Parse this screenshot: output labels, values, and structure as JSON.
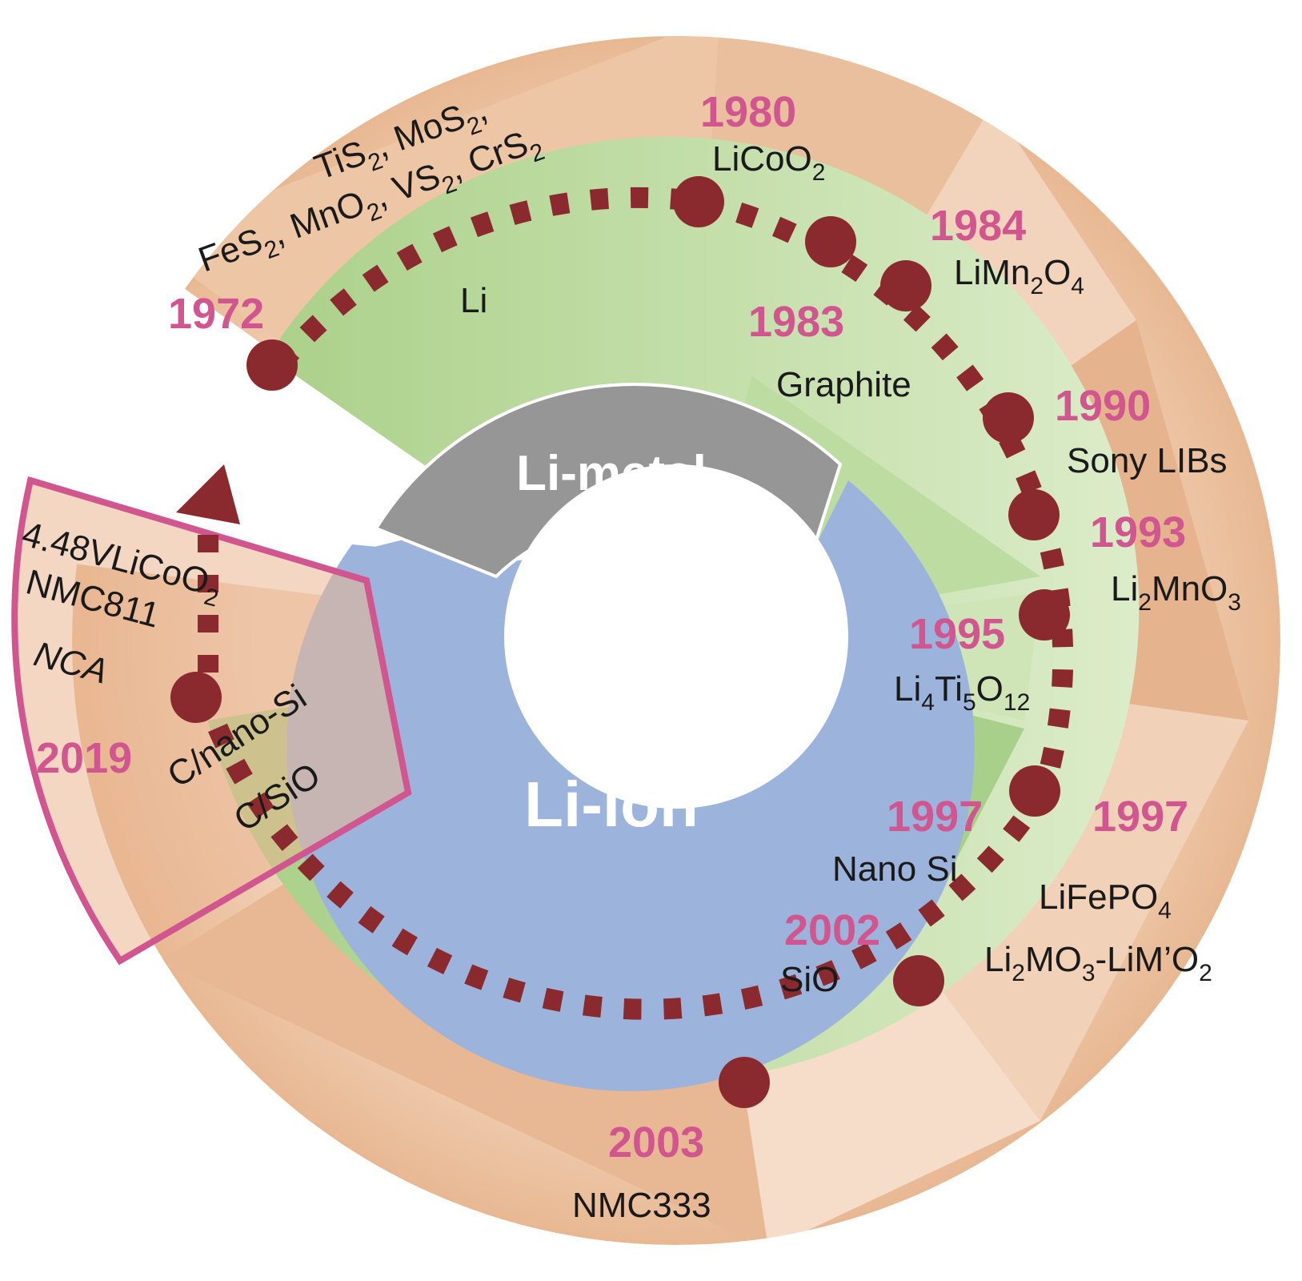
{
  "colors": {
    "year": "#d1568f",
    "timeline": "#8b2a2e",
    "li_metal_ring": "#959595",
    "li_ion_ring": "#9db4dc",
    "anode_band": "#b4d69a",
    "cathode_band": "#e6b591",
    "highlight_border": "#d1568f"
  },
  "center": {
    "li_metal": "Li-metal",
    "li_ion": "Li-ion"
  },
  "milestones": [
    {
      "year": "1972",
      "material": "Li"
    },
    {
      "material": "TiS<sub>2</sub>, MoS<sub>2</sub>,"
    },
    {
      "material": "FeS<sub>2</sub>, MnO<sub>2</sub>, VS<sub>2</sub>, CrS<sub>2</sub>"
    },
    {
      "year": "1980",
      "material": "LiCoO<sub>2</sub>"
    },
    {
      "year": "1983",
      "material": "Graphite"
    },
    {
      "year": "1984",
      "material": "LiMn<sub>2</sub>O<sub>4</sub>"
    },
    {
      "year": "1990",
      "material": "Sony LIBs"
    },
    {
      "year": "1993",
      "material": "Li<sub>2</sub>MnO<sub>3</sub>"
    },
    {
      "year": "1995",
      "material": "Li<sub>4</sub>Ti<sub>5</sub>O<sub>12</sub>"
    },
    {
      "year": "1997",
      "material": "Nano Si"
    },
    {
      "year": "1997",
      "material": "LiFePO<sub>4</sub>"
    },
    {
      "material": "Li<sub>2</sub>MO<sub>3</sub>-LiM’O<sub>2</sub>"
    },
    {
      "year": "2002",
      "material": "SiO"
    },
    {
      "year": "2003",
      "material": "NMC333"
    },
    {
      "year": "2019",
      "material": "4.48VLiCoO<sub>2</sub>"
    },
    {
      "material": "NMC811"
    },
    {
      "material": "NCA"
    },
    {
      "material": "C/nano-Si"
    },
    {
      "material": "C/SiO"
    }
  ]
}
